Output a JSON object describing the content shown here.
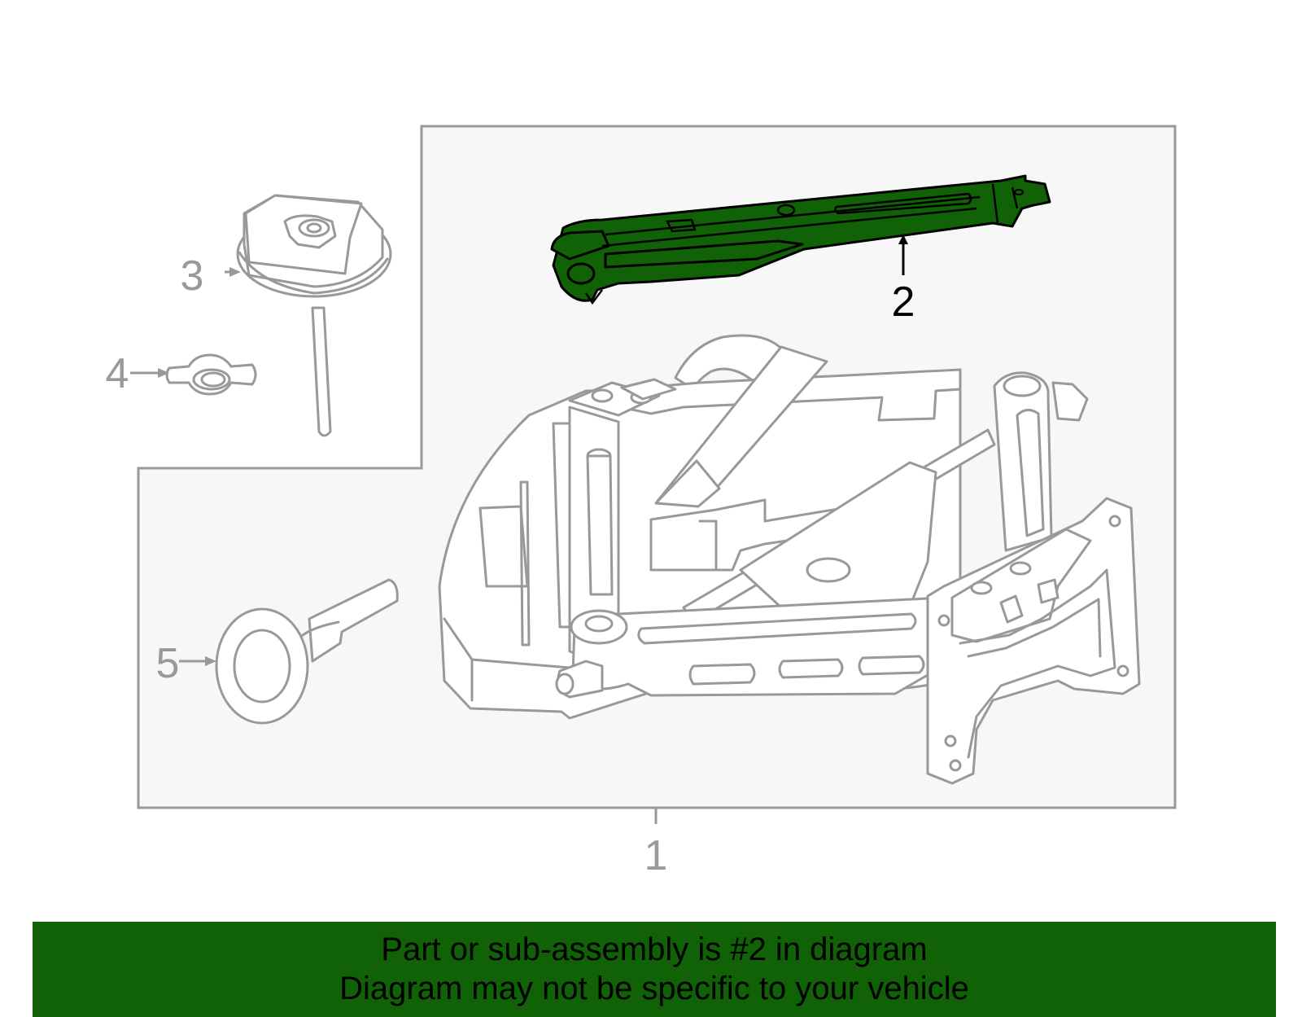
{
  "callouts": {
    "c1": "1",
    "c2": "2",
    "c3": "3",
    "c4": "4",
    "c5": "5"
  },
  "banner": {
    "line1": "Part or sub-assembly is #2 in diagram",
    "line2": "Diagram may not be specific to your vehicle"
  },
  "colors": {
    "highlight": "#116106",
    "outline": "#999999",
    "panel": "#f7f7f7",
    "banner": "#116106"
  }
}
